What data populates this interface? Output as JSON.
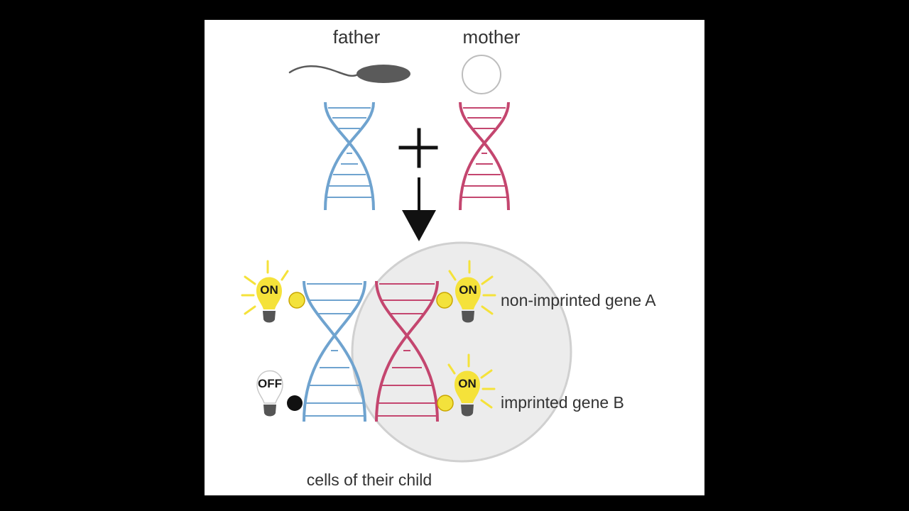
{
  "labels": {
    "father": "father",
    "mother": "mother",
    "gene_a": "non-imprinted gene A",
    "gene_b": "imprinted gene B",
    "child_cells": "cells of their child"
  },
  "bulbs": {
    "father_gene_a": {
      "state": "ON",
      "lit": true
    },
    "mother_gene_a": {
      "state": "ON",
      "lit": true
    },
    "father_gene_b": {
      "state": "OFF",
      "lit": false
    },
    "mother_gene_b": {
      "state": "ON",
      "lit": true
    }
  },
  "colors": {
    "paternal_dna": "#6fa3cf",
    "maternal_dna": "#c4466f",
    "bulb_on": "#f5e23a",
    "bulb_off": "#ffffff",
    "bulb_base": "#555555",
    "active_marker": "#f3e23c",
    "silenced_marker": "#111111",
    "cell_fill": "#ececec",
    "cell_stroke": "#d0d0d0",
    "sperm": "#5a5a5a",
    "egg_stroke": "#bdbdbd"
  }
}
